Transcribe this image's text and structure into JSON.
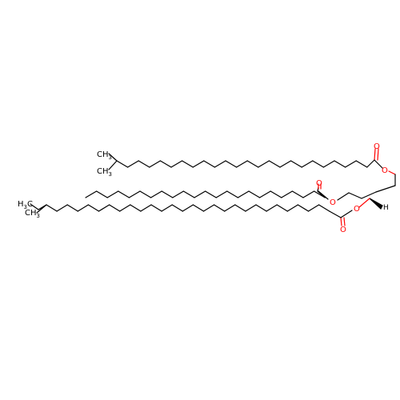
{
  "colors": {
    "bond": "#000000",
    "oxygen": "#ff0000",
    "background": "#ffffff"
  },
  "labels": {
    "chain1_methyl_top": "CH",
    "chain1_methyl_top_sub": "3",
    "chain1_methyl_bottom": "CH",
    "chain1_methyl_bottom_sub": "3",
    "chain3_ethyl_h3c": "H",
    "chain3_ethyl_h3c_sub": "3",
    "chain3_ethyl_h3c_c": "C",
    "chain3_methyl": "CH",
    "chain3_methyl_sub": "3",
    "chain1_carbonyl_o": "O",
    "chain1_ester_o": "O",
    "chain2_carbonyl_o": "O",
    "chain2_ester_o": "O",
    "chain3_carbonyl_o": "O",
    "chain3_ester_o": "O",
    "stereo_h": "H"
  }
}
